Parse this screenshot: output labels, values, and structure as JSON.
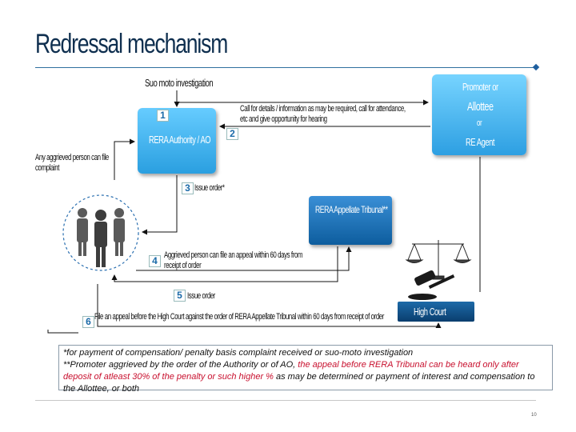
{
  "title": "Redressal mechanism",
  "nodes": {
    "suo_moto": "Suo moto investigation",
    "rera_authority": "RERA Authority / AO",
    "promoter_line1": "Promoter or",
    "promoter_line2": "Allottee",
    "promoter_line3": "or",
    "promoter_line4": "RE Agent",
    "tribunal": "RERA Appellate Tribunal**",
    "high_court": "High Court"
  },
  "steps": {
    "s1": "1",
    "s2": "2",
    "s3": "3",
    "s4": "4",
    "s5": "5",
    "s6": "6"
  },
  "labels": {
    "call_details_line1": "Call for details / information as may be required, call for attendance,",
    "call_details_line2": "etc and give opportunity for hearing",
    "aggrieved_line1": "Any aggrieved person can file",
    "aggrieved_line2": "complaint",
    "issue_order_star": "Issue order*",
    "appeal_line1": "Aggrieved person can file an appeal within 60 days from",
    "appeal_line2": "receipt of order",
    "issue_order": "Issue order",
    "file_appeal_hc": "File an appeal before the High Court against the order of RERA Appellate Tribunal within 60 days from receipt of order"
  },
  "footnote": {
    "line1": "*for payment of compensation/ penalty basis complaint received or suo-moto investigation",
    "line2_part1": "**Promoter aggrieved by the order of the Authority or of AO, ",
    "line2_red": "the appeal before RERA Tribunal can be heard only after deposit of atleast 30% of the penalty or such higher %",
    "line2_part2": " as may be determined or payment of interest and compensation to the Allottee, or both"
  },
  "page_number": "10",
  "colors": {
    "box_light": "#2a9fe0",
    "box_dark": "#0d5d9e",
    "red_text": "#c8102e",
    "title": "#0f2f4f"
  }
}
